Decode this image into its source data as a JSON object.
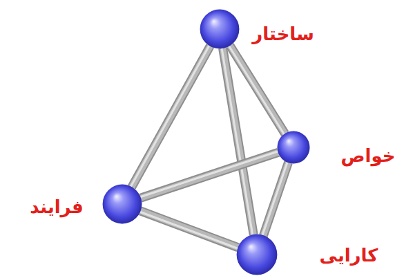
{
  "diagram": {
    "nodes": [
      {
        "text": [
          "ساختار"
        ]
      },
      {
        "text": [
          "خواص"
        ]
      },
      {
        "text": [
          "فرایند"
        ]
      },
      {
        "text": [
          "کارایی"
        ]
      }
    ],
    "edges": [
      {
        "from": 0,
        "to": 1,
        "arrow": "none"
      },
      {
        "from": 0,
        "to": 2,
        "arrow": "none"
      },
      {
        "from": 0,
        "to": 3,
        "arrow": "none"
      },
      {
        "from": 1,
        "to": 2,
        "arrow": "none"
      },
      {
        "from": 1,
        "to": 3,
        "arrow": "none"
      },
      {
        "from": 2,
        "to": 3,
        "arrow": "none"
      }
    ]
  }
}
